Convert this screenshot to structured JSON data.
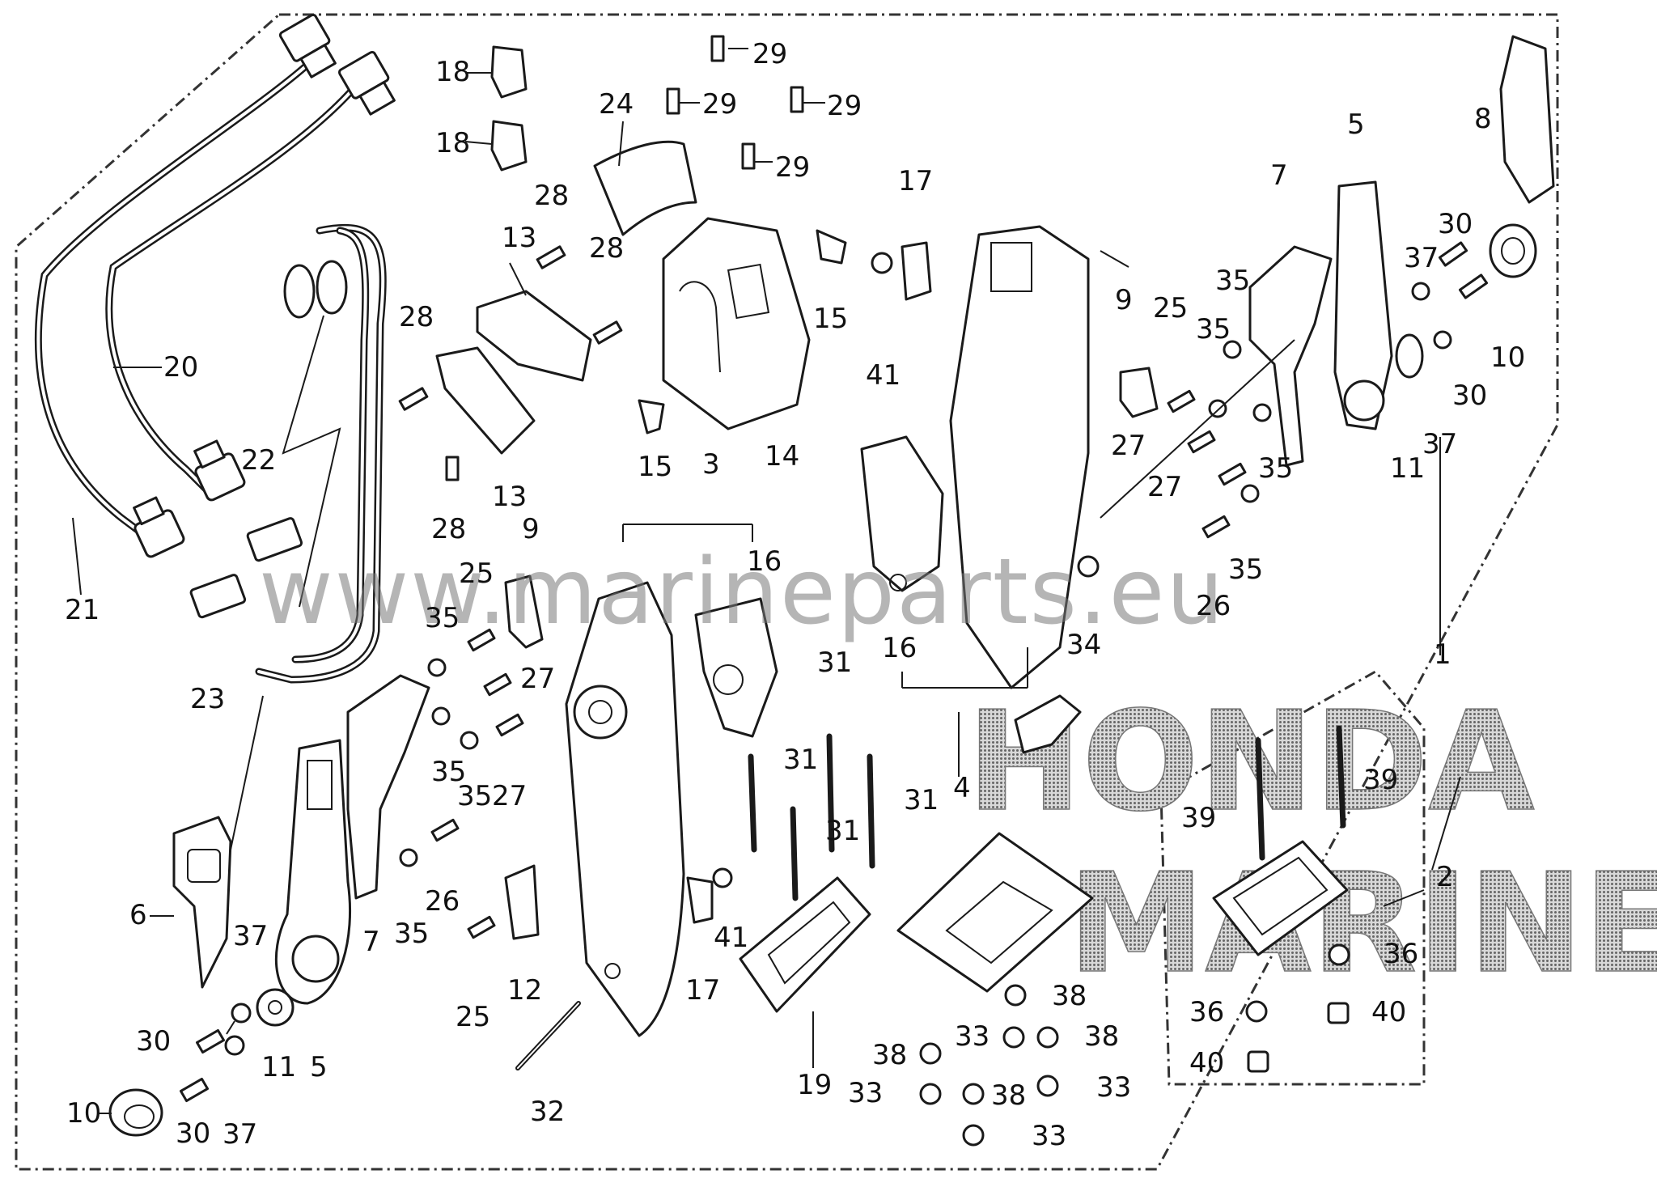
{
  "watermark": "www.marineparts.eu",
  "brand": {
    "line1": "HONDA",
    "line2": "MARINE"
  },
  "callouts": {
    "c1": "1",
    "c2": "2",
    "c3": "3",
    "c4": "4",
    "c5": "5",
    "c6": "6",
    "c7": "7",
    "c8": "8",
    "c9": "9",
    "c10": "10",
    "c11": "11",
    "c12": "12",
    "c13": "13",
    "c14": "14",
    "c15": "15",
    "c16": "16",
    "c17": "17",
    "c18": "18",
    "c19": "19",
    "c20": "20",
    "c21": "21",
    "c22": "22",
    "c23": "23",
    "c24": "24",
    "c25": "25",
    "c26": "26",
    "c27": "27",
    "c28": "28",
    "c29": "29",
    "c30": "30",
    "c31": "31",
    "c32": "32",
    "c33": "33",
    "c34": "34",
    "c35": "35",
    "c36": "36",
    "c37": "37",
    "c38": "38",
    "c39": "39",
    "c40": "40",
    "c41": "41"
  }
}
